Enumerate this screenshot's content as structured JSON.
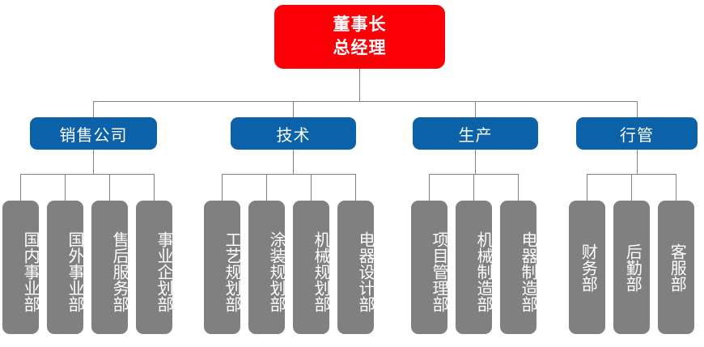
{
  "chart": {
    "type": "org-chart",
    "title": "",
    "root": {
      "id": "root",
      "label_line1": "董事长",
      "label_line2": "总经理",
      "color": "#fb0007",
      "text_color": "#ffffff"
    },
    "divisions": [
      {
        "id": "sales",
        "label": "销售公司",
        "color": "#0b62a8",
        "departments": [
          {
            "id": "domestic-business",
            "label": "国内事业部"
          },
          {
            "id": "overseas-business",
            "label": "国外事业部"
          },
          {
            "id": "after-sales-service",
            "label": "售后服务部"
          },
          {
            "id": "business-planning",
            "label": "事业企划部"
          }
        ]
      },
      {
        "id": "technology",
        "label": "技术",
        "color": "#0b62a8",
        "departments": [
          {
            "id": "process-planning",
            "label": "工艺规划部"
          },
          {
            "id": "painting-planning",
            "label": "涂装规划部"
          },
          {
            "id": "mechanical-planning",
            "label": "机械规划部"
          },
          {
            "id": "electrical-design",
            "label": "电器设计部"
          }
        ]
      },
      {
        "id": "production",
        "label": "生产",
        "color": "#0b62a8",
        "departments": [
          {
            "id": "project-management",
            "label": "项目管理部"
          },
          {
            "id": "mechanical-manufacturing",
            "label": "机械制造部"
          },
          {
            "id": "electrical-manufacturing",
            "label": "电器制造部"
          }
        ]
      },
      {
        "id": "administration",
        "label": "行管",
        "color": "#0b62a8",
        "departments": [
          {
            "id": "finance",
            "label": "财务部"
          },
          {
            "id": "logistics",
            "label": "后勤部"
          },
          {
            "id": "customer-service",
            "label": "客服部"
          }
        ]
      }
    ],
    "colors": {
      "root": "#fb0007",
      "division": "#0b62a8",
      "department": "#808080",
      "connector": "#808080",
      "background": "#ffffff",
      "text": "#ffffff"
    }
  }
}
